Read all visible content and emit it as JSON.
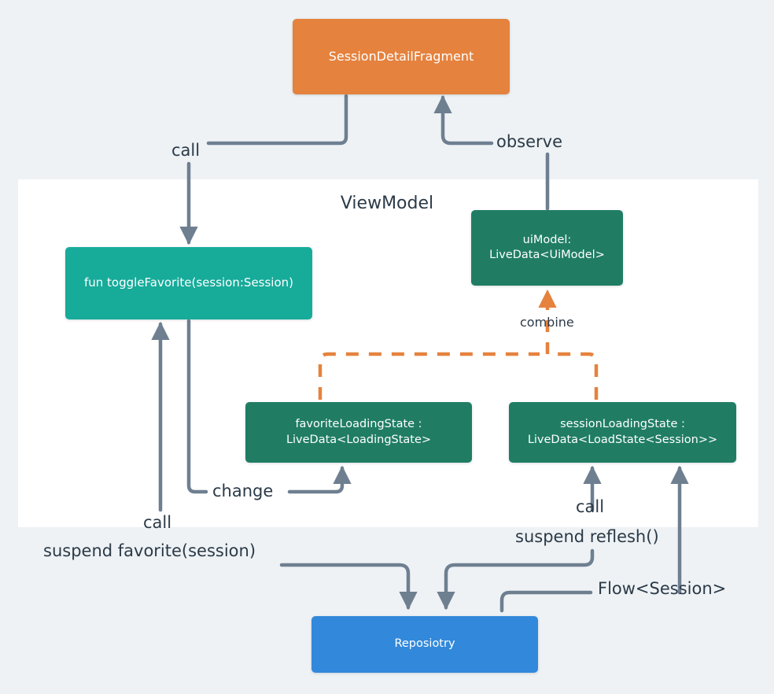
{
  "diagram": {
    "title": "ViewModel",
    "background_color": "#eef2f5",
    "panel_color": "#ffffff",
    "nodes": [
      {
        "id": "fragment",
        "label": "SessionDetailFragment",
        "color": "#e5823e"
      },
      {
        "id": "toggle_favorite",
        "label": "fun toggleFavorite(session:Session)",
        "color": "#17ab9a"
      },
      {
        "id": "ui_model",
        "line1": "uiModel:",
        "line2": "LiveData<UiModel>",
        "color": "#207d64"
      },
      {
        "id": "favorite_loading_state",
        "line1": "favoriteLoadingState :",
        "line2": "LiveData<LoadingState>",
        "color": "#207d64"
      },
      {
        "id": "session_loading_state",
        "line1": "sessionLoadingState :",
        "line2": "LiveData<LoadState<Session>>",
        "color": "#207d64"
      },
      {
        "id": "repository",
        "label": "Reposiotry",
        "color": "#3289db"
      }
    ],
    "edges": [
      {
        "id": "call_fragment_to_toggle",
        "label": "call",
        "color": "#6e7f90",
        "style": "solid"
      },
      {
        "id": "observe_uimodel_to_fragment",
        "label": "observe",
        "color": "#6e7f90",
        "style": "solid"
      },
      {
        "id": "combine_states_to_uimodel",
        "label": "combine",
        "color": "#e5823e",
        "style": "dashed"
      },
      {
        "id": "change_toggle_to_favorite_state",
        "label": "change",
        "color": "#6e7f90",
        "style": "solid"
      },
      {
        "id": "call_repo_to_toggle",
        "label": "call",
        "color": "#6e7f90",
        "style": "solid"
      },
      {
        "id": "suspend_favorite",
        "label": "suspend favorite(session)",
        "color": "#6e7f90",
        "style": "solid"
      },
      {
        "id": "call_repo_to_session_state",
        "label": "call",
        "color": "#6e7f90",
        "style": "solid"
      },
      {
        "id": "suspend_reflesh",
        "label": "suspend reflesh()",
        "color": "#6e7f90",
        "style": "solid"
      },
      {
        "id": "flow_session",
        "label": "Flow<Session>",
        "color": "#6e7f90",
        "style": "solid"
      }
    ]
  }
}
